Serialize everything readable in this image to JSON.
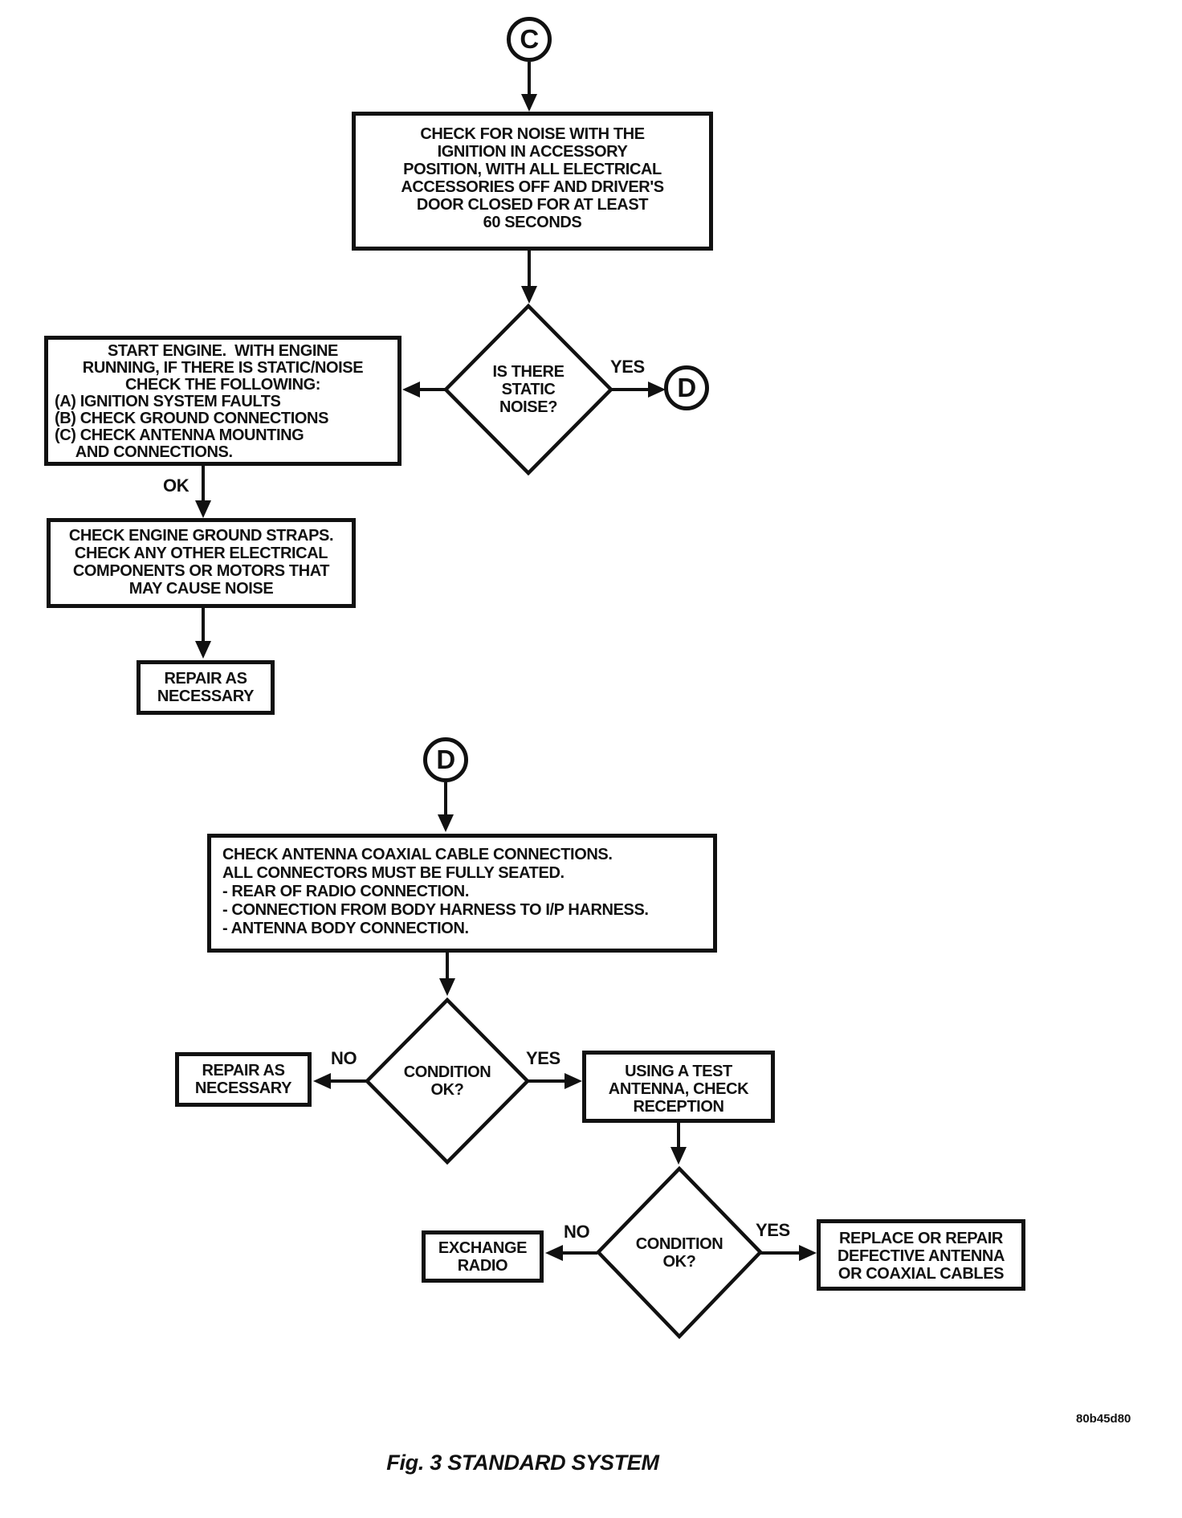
{
  "figure": {
    "caption": "Fig. 3 STANDARD SYSTEM",
    "doc_code": "80b45d80"
  },
  "connectors": {
    "c": "C",
    "d": "D"
  },
  "branch_labels": {
    "no": "NO",
    "yes": "YES",
    "ok": "OK"
  },
  "nodes": {
    "check_noise": "CHECK FOR NOISE WITH THE\nIGNITION IN ACCESSORY\nPOSITION, WITH ALL ELECTRICAL\nACCESSORIES OFF AND DRIVER'S\nDOOR CLOSED FOR AT LEAST\n60 SECONDS",
    "static_noise_q": "IS THERE\nSTATIC\nNOISE?",
    "start_engine_intro": "START ENGINE.  WITH ENGINE\nRUNNING, IF THERE IS STATIC/NOISE\nCHECK THE FOLLOWING:",
    "start_engine_items": "(A) IGNITION SYSTEM FAULTS\n(B) CHECK GROUND CONNECTIONS\n(C) CHECK ANTENNA MOUNTING\n     AND CONNECTIONS.",
    "check_ground_straps": "CHECK ENGINE GROUND STRAPS.\nCHECK ANY OTHER ELECTRICAL\nCOMPONENTS OR MOTORS THAT\nMAY CAUSE NOISE",
    "repair_as_necessary": "REPAIR AS\nNECESSARY",
    "check_coax": "CHECK ANTENNA COAXIAL CABLE CONNECTIONS.\nALL CONNECTORS MUST BE FULLY SEATED.\n- REAR OF RADIO CONNECTION.\n- CONNECTION FROM BODY HARNESS TO I/P HARNESS.\n- ANTENNA BODY CONNECTION.",
    "condition_ok_q": "CONDITION\nOK?",
    "using_test_antenna": "USING A TEST\nANTENNA, CHECK\nRECEPTION",
    "exchange_radio": "EXCHANGE\nRADIO",
    "replace_or_repair": "REPLACE OR REPAIR\nDEFECTIVE ANTENNA\nOR COAXIAL CABLES"
  },
  "colors": {
    "ink": "#111111",
    "paper": "#ffffff"
  }
}
